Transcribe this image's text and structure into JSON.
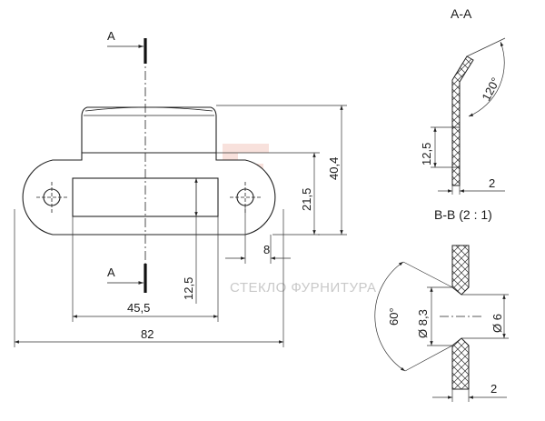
{
  "watermark": {
    "text": "СТЕКЛО ФУРНИТУРА",
    "logo_color": "#f3c9c0"
  },
  "main_view": {
    "section_mark_top": "A",
    "section_mark_bottom": "A",
    "dimensions": {
      "overall_width": "82",
      "slot_width": "45,5",
      "hole_offset": "8",
      "slot_height": "12,5",
      "mid_height": "21,5",
      "total_height": "40,4"
    }
  },
  "section_aa": {
    "title": "A-A",
    "dimensions": {
      "angle": "120°",
      "height": "12,5",
      "thickness": "2"
    }
  },
  "section_bb": {
    "title": "B-B (2 : 1)",
    "dimensions": {
      "countersink_angle": "60°",
      "outer_diameter": "Ø 8,3",
      "inner_diameter": "Ø 6",
      "thickness": "2"
    }
  },
  "colors": {
    "line": "#222222",
    "background": "#ffffff"
  }
}
